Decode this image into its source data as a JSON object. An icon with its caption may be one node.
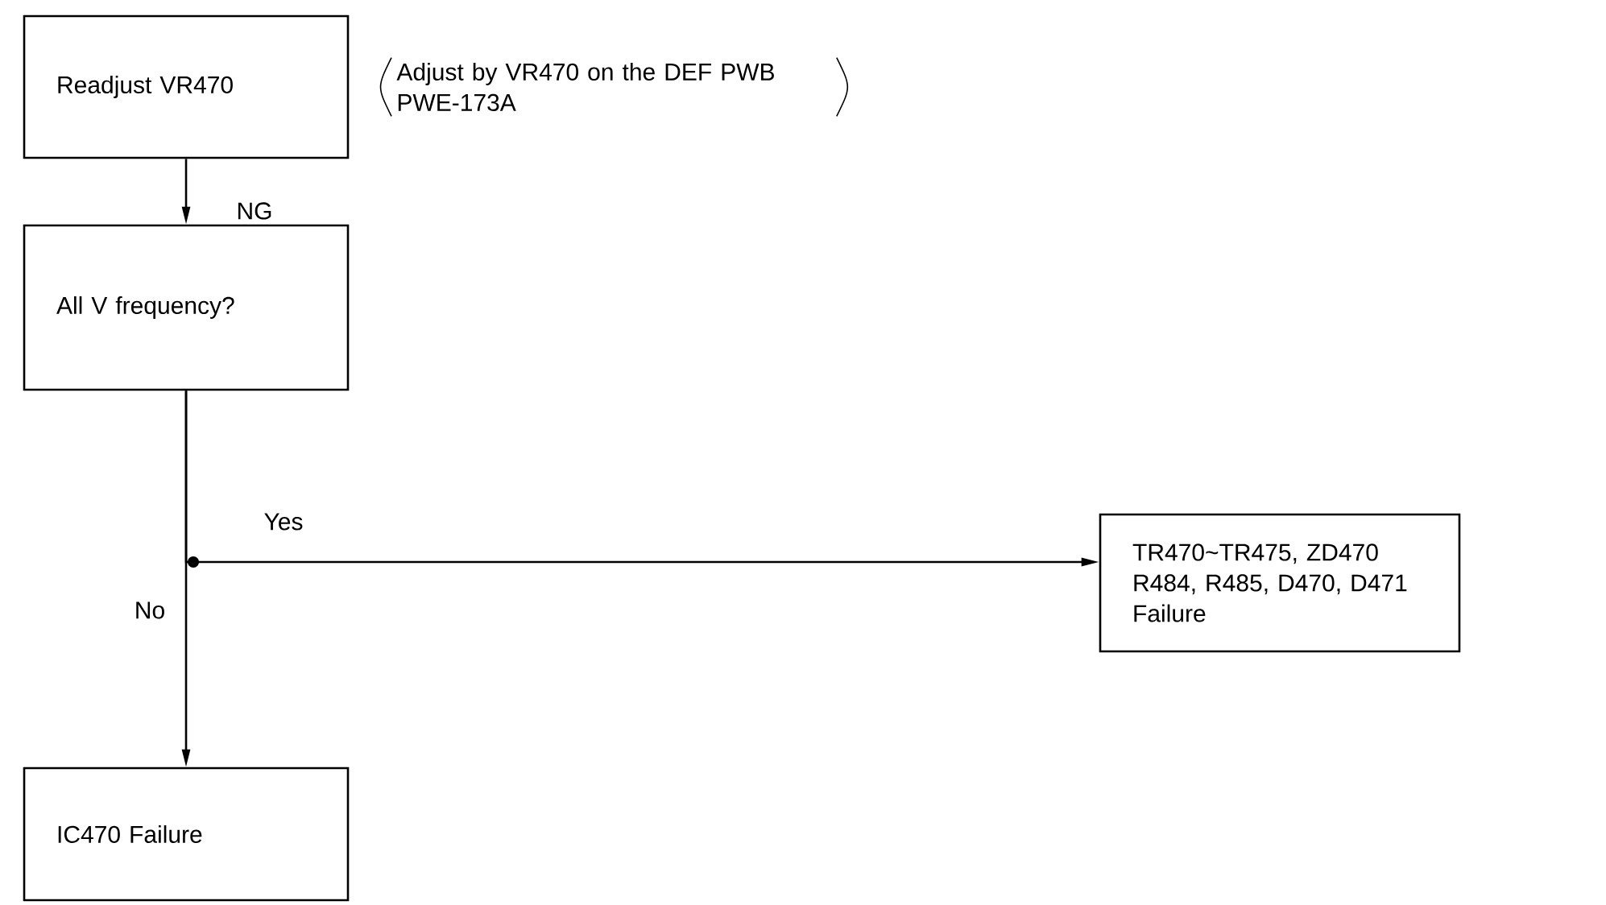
{
  "diagram": {
    "nodes": [
      {
        "text": [
          "Readjust VR470"
        ],
        "beside": [
          "Adjust by VR470 on the DEF PWB PWE-173A"
        ]
      },
      {
        "text": [
          "All V frequency?"
        ]
      },
      {
        "text": [
          "IC470 Failure"
        ]
      },
      {
        "text": [
          "TR470~TR475, ZD470 R484, R485, D470, D471 Failure"
        ]
      }
    ],
    "edges": [
      {
        "from": 0,
        "to": 1,
        "arrow": "to",
        "label": "NG"
      },
      {
        "from": 1,
        "to": 3,
        "arrow": "to",
        "label": "Yes"
      },
      {
        "from": 1,
        "to": 2,
        "arrow": "to",
        "label": "No"
      }
    ]
  }
}
